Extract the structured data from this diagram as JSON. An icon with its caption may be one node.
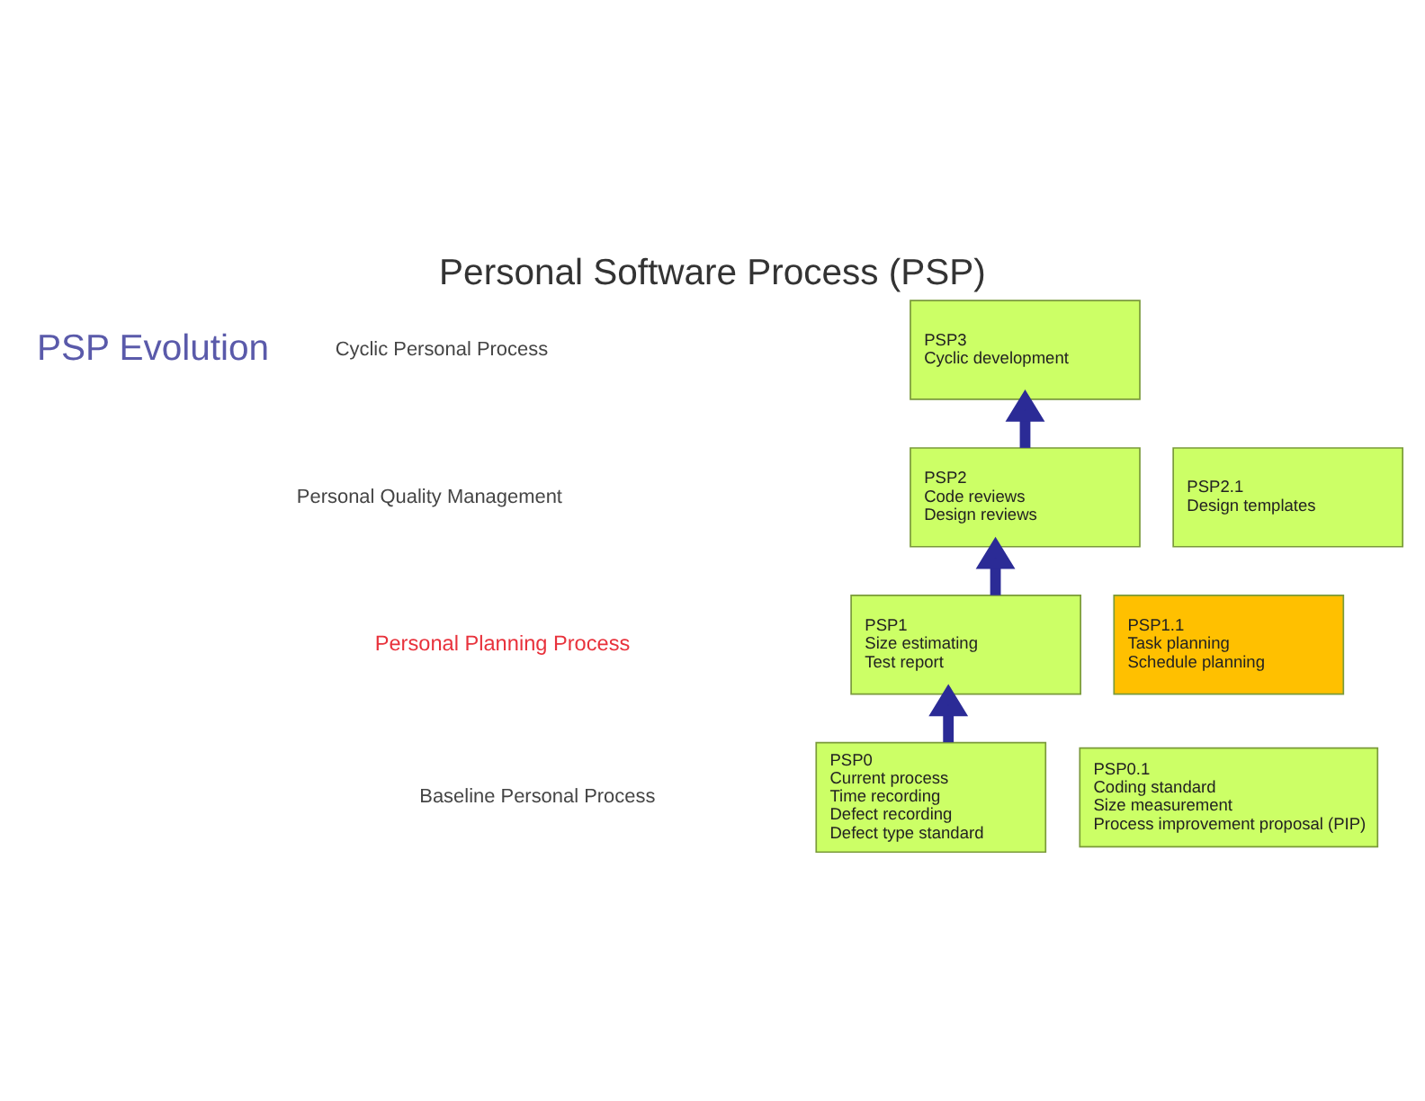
{
  "diagram": {
    "title": "Personal Software Process (PSP)",
    "nodes": [
      {
        "text": [
          "PSP3",
          "Cyclic development"
        ]
      },
      {
        "text": [
          "PSP2.1",
          "Design templates"
        ]
      },
      {
        "text": [
          "PSP2",
          "Code reviews",
          "Design reviews"
        ]
      },
      {
        "text": [
          "PSP1.1",
          "Task planning",
          "Schedule planning"
        ]
      },
      {
        "text": [
          "PSP1",
          "Size estimating",
          "Test report"
        ]
      },
      {
        "text": [
          "PSP0.1",
          "Coding standard",
          "Size measurement",
          "Process improvement proposal (PIP)"
        ]
      },
      {
        "text": [
          "PSP0",
          "Current process",
          "Time recording",
          "Defect recording",
          "Defect type standard"
        ]
      }
    ],
    "edges": [
      {
        "from": 6,
        "to": 4,
        "arrow": "to"
      },
      {
        "from": 4,
        "to": 2,
        "arrow": "to"
      },
      {
        "from": 2,
        "to": 0,
        "arrow": "to"
      }
    ],
    "labels": [
      "PSP Evolution",
      "Cyclic Personal Process",
      "Personal Quality Management",
      "Personal Planning Process",
      "Baseline Personal Process"
    ]
  }
}
